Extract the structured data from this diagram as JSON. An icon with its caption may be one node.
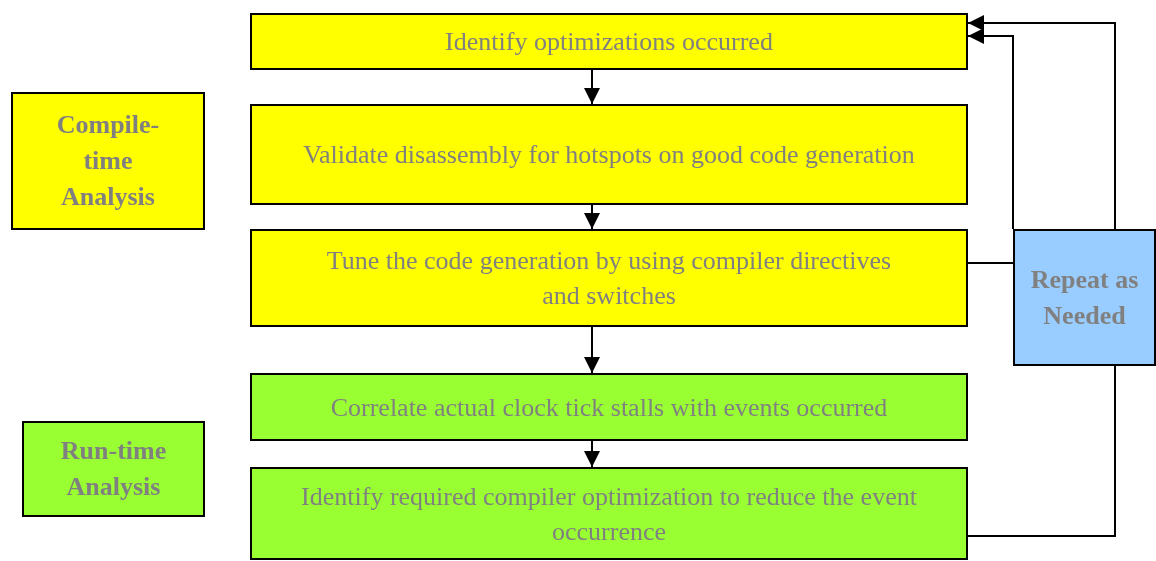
{
  "diagram": {
    "nodes": [
      {
        "text": [
          "Identify optimizations occurred"
        ]
      },
      {
        "text": [
          "Compile-time Analysis"
        ]
      },
      {
        "text": [
          "Validate disassembly for hotspots on good code generation"
        ]
      },
      {
        "text": [
          "Tune the code generation by using compiler directives and switches"
        ]
      },
      {
        "text": [
          "Correlate actual clock tick stalls with events occurred"
        ]
      },
      {
        "text": [
          "Run-time Analysis"
        ]
      },
      {
        "text": [
          "Identify required compiler optimization to reduce the event occurrence"
        ]
      },
      {
        "text": [
          "Repeat as Needed"
        ]
      }
    ],
    "edges": [
      {
        "from": 0,
        "to": 2,
        "arrow": "to"
      },
      {
        "from": 2,
        "to": 3,
        "arrow": "to"
      },
      {
        "from": 3,
        "to": 4,
        "arrow": "to"
      },
      {
        "from": 4,
        "to": 6,
        "arrow": "to"
      },
      {
        "from": 3,
        "to": 7,
        "arrow": "none"
      },
      {
        "from": 7,
        "to": 0,
        "arrow": "to"
      },
      {
        "from": 7,
        "to": 0,
        "arrow": "to"
      },
      {
        "from": 6,
        "to": 7,
        "arrow": "none"
      }
    ]
  }
}
